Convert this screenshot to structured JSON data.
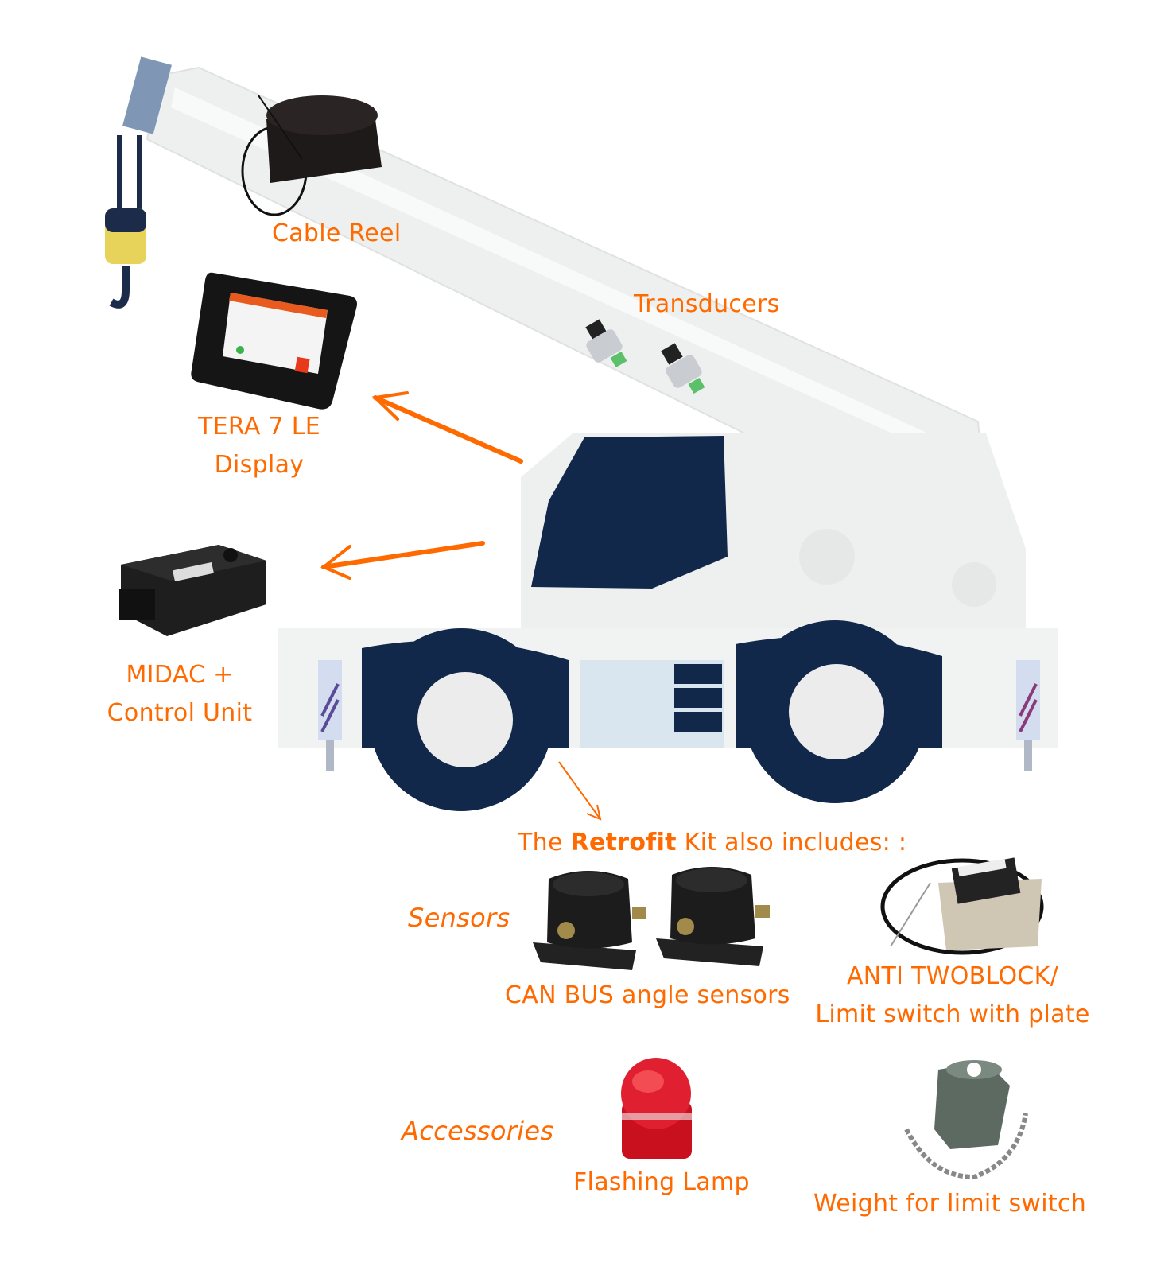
{
  "colors": {
    "accent": "#ff6a00",
    "crane_body": "#f1f3f2",
    "crane_dark": "#13264a"
  },
  "labels": {
    "cable_reel": "Cable Reel",
    "transducers": "Transducers",
    "display_line1": "TERA 7 LE",
    "display_line2": "Display",
    "control_line1": "MIDAC +",
    "control_line2": "Control Unit",
    "kit_prefix": "The",
    "kit_bold": "Retrofit",
    "kit_suffix": "Kit also includes: :",
    "sensors_heading": "Sensors",
    "can_bus": "CAN BUS angle sensors",
    "anti_line1": "ANTI TWOBLOCK/",
    "anti_line2": "Limit switch with plate",
    "accessories_heading": "Accessories",
    "flashing_lamp": "Flashing Lamp",
    "weight": "Weight for limit switch"
  }
}
